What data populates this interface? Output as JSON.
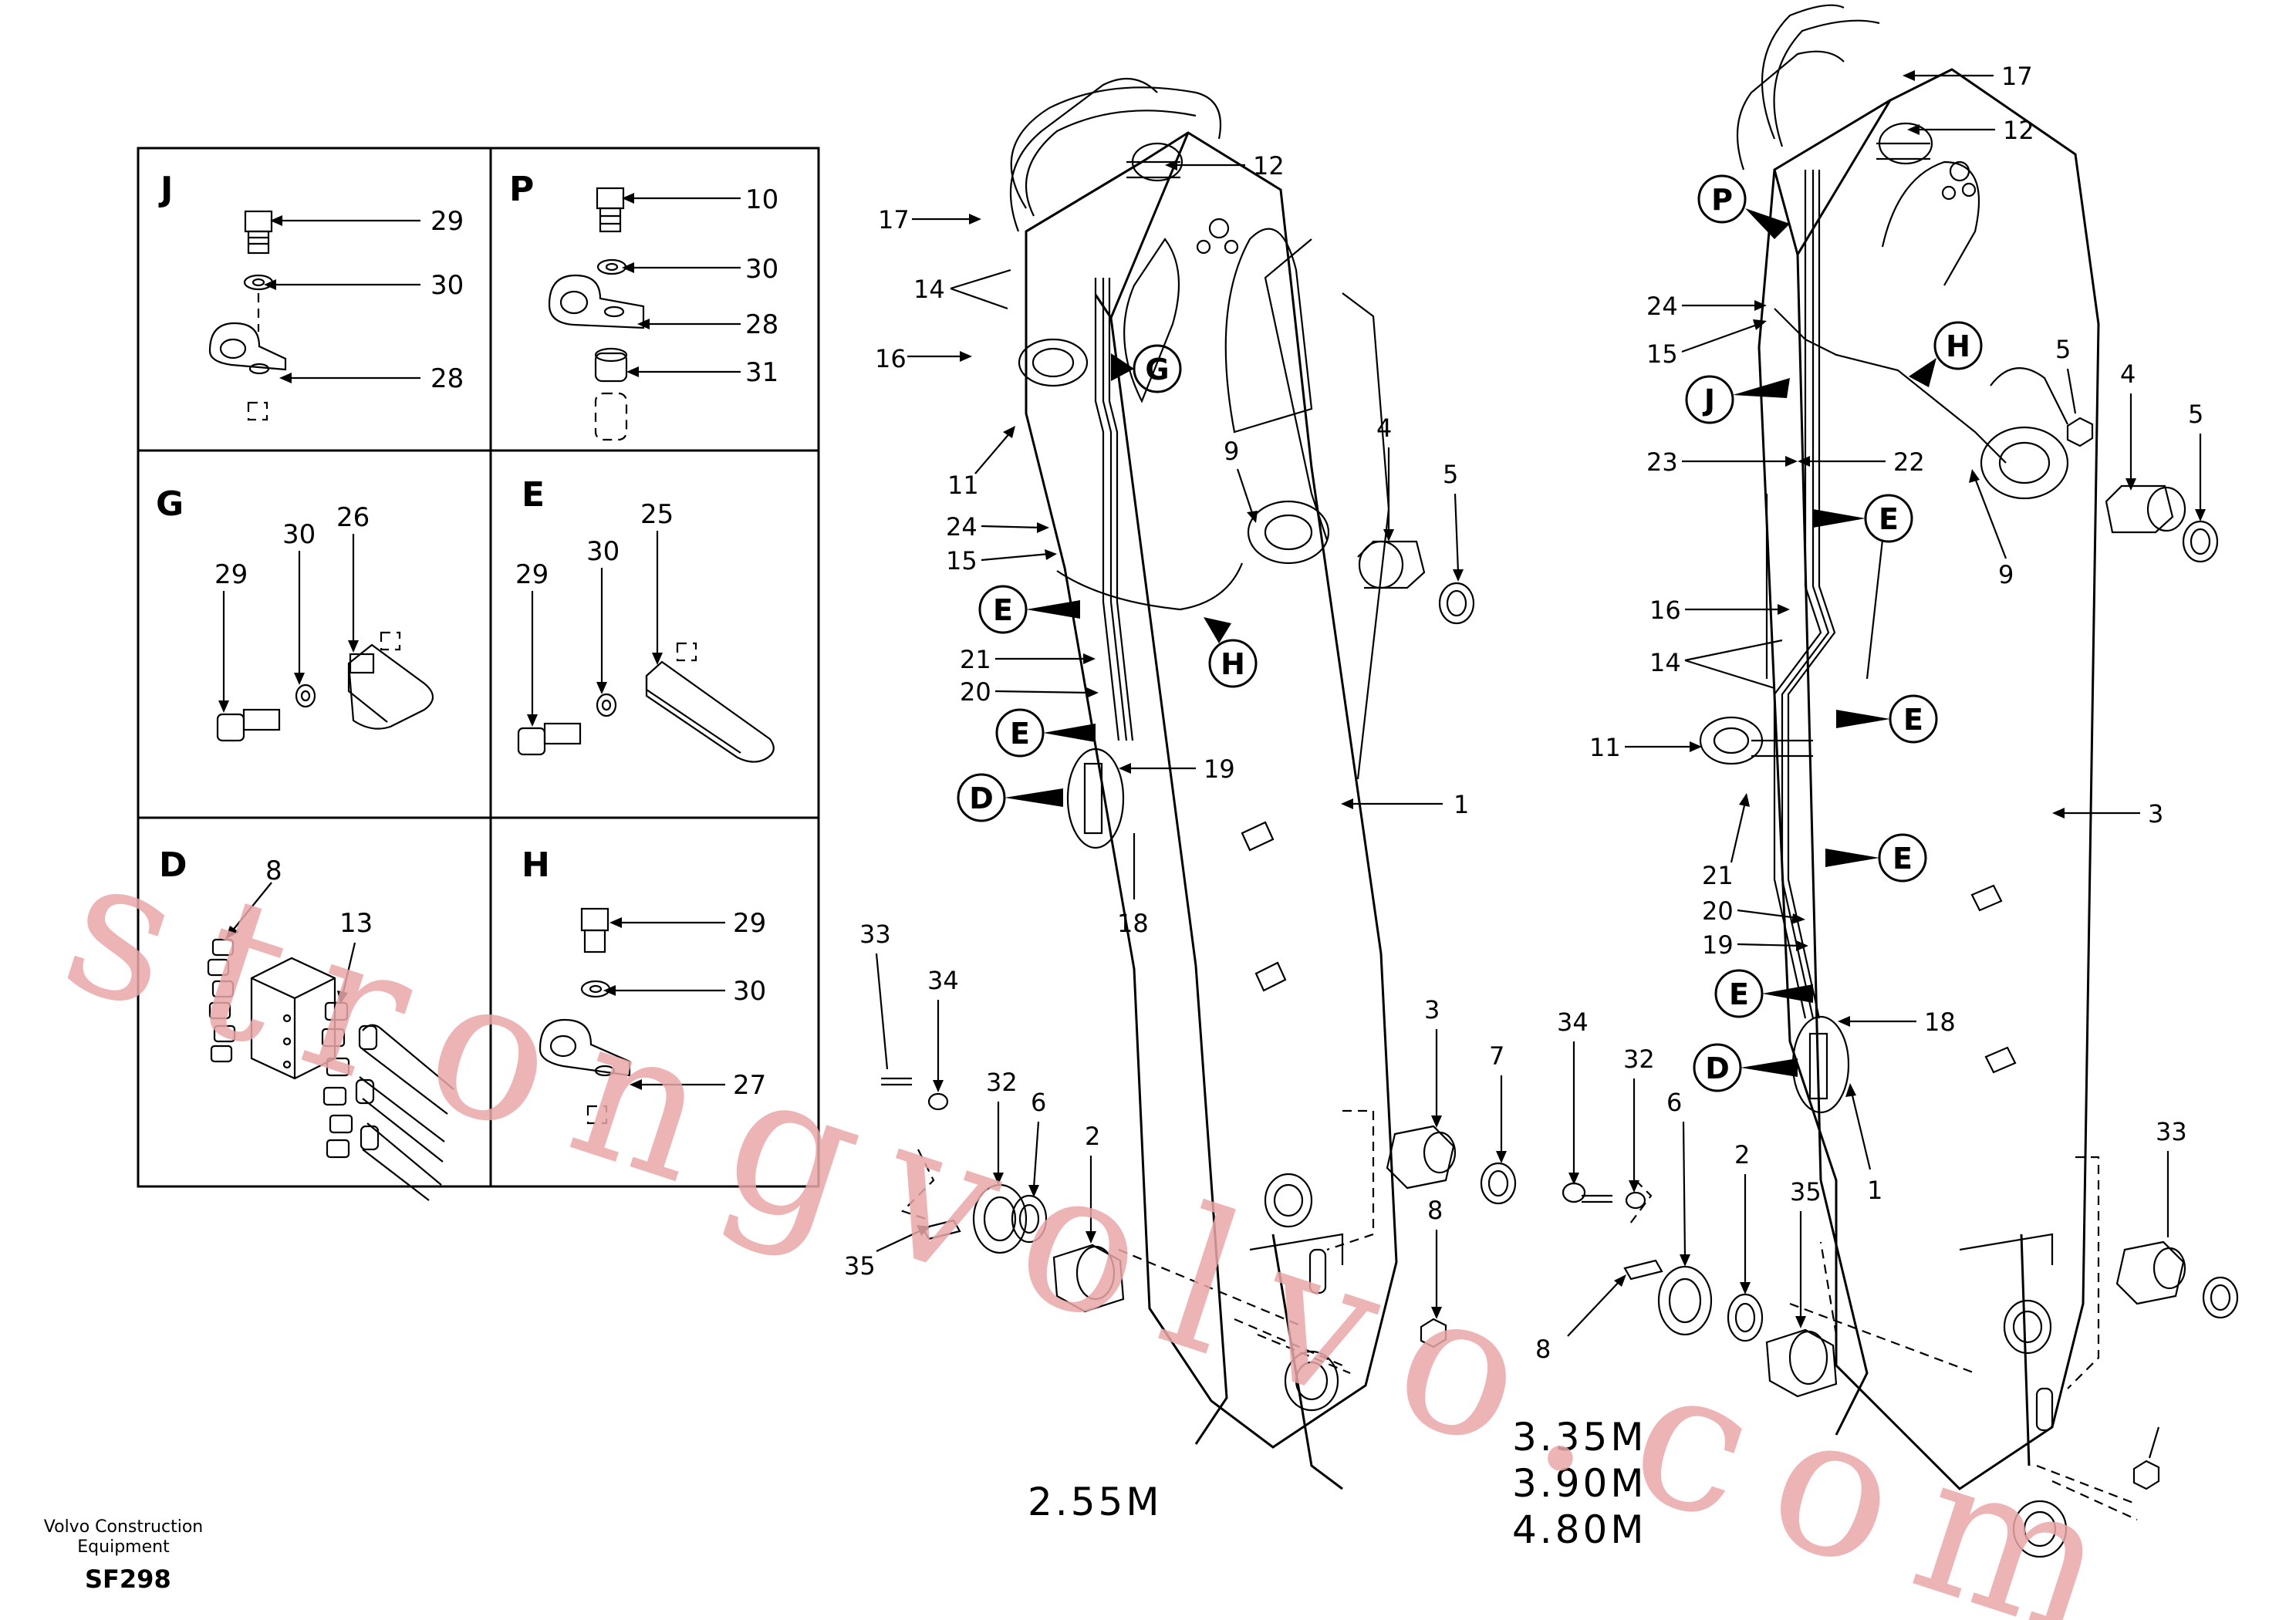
{
  "footer": {
    "company_line1": "Volvo Construction",
    "company_line2": "Equipment",
    "code": "SF298"
  },
  "watermark": "strongvolvo.com",
  "variants": {
    "left": "2.55M",
    "right": [
      "3.35M",
      "3.90M",
      "4.80M"
    ]
  },
  "detail_panels": [
    {
      "letter": "J",
      "parts": [
        "29",
        "30",
        "28"
      ]
    },
    {
      "letter": "P",
      "parts": [
        "10",
        "30",
        "28",
        "31"
      ]
    },
    {
      "letter": "G",
      "parts": [
        "29",
        "30",
        "26"
      ]
    },
    {
      "letter": "E",
      "parts": [
        "29",
        "30",
        "25"
      ]
    },
    {
      "letter": "D",
      "parts": [
        "8",
        "13"
      ]
    },
    {
      "letter": "H",
      "parts": [
        "29",
        "30",
        "27"
      ]
    }
  ],
  "callout_letters": {
    "P": "P",
    "G": "G",
    "H": "H",
    "J": "J",
    "E": "E",
    "D": "D"
  },
  "left_arm_parts": [
    "17",
    "12",
    "14",
    "16",
    "11",
    "24",
    "15",
    "21",
    "20",
    "19",
    "18",
    "9",
    "4",
    "5",
    "1",
    "3",
    "7",
    "8",
    "2",
    "6",
    "32",
    "34",
    "33",
    "35"
  ],
  "right_arm_parts": [
    "17",
    "12",
    "24",
    "15",
    "23",
    "22",
    "9",
    "4",
    "5",
    "14",
    "16",
    "11",
    "21",
    "20",
    "19",
    "18",
    "1",
    "3",
    "33",
    "34",
    "32",
    "6",
    "2",
    "35",
    "8"
  ],
  "colors": {
    "ink": "#000000",
    "watermark": "#e9a7a7",
    "background": "#ffffff"
  }
}
